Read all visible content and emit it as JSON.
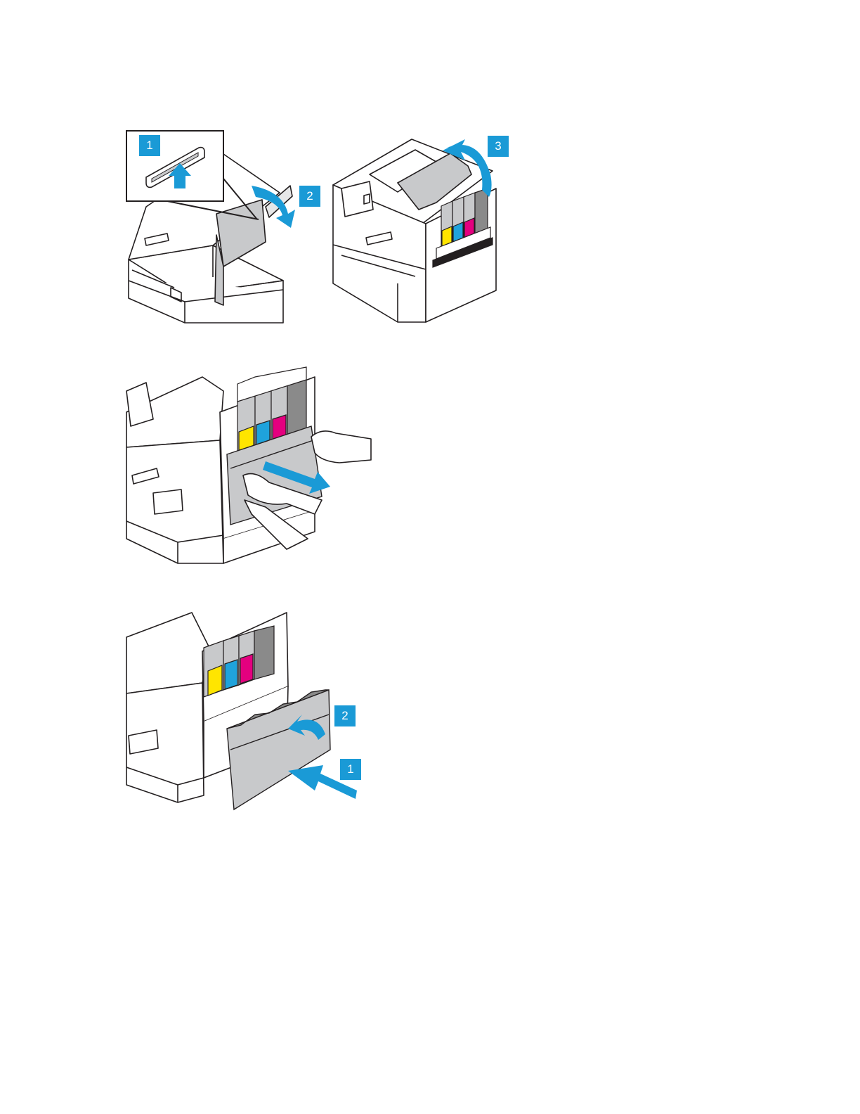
{
  "colors": {
    "callout_blue": "#1a9ad6",
    "line": "#231f20",
    "cyan": "#1fa3dc",
    "yellow": "#ffe500",
    "magenta": "#e4007f",
    "black_toner": "#8a8a8a",
    "panel_gray": "#c8c9cb"
  },
  "figures": [
    {
      "name": "open-right-door",
      "callouts": [
        "1",
        "2"
      ],
      "icons": [
        "printer-front-icon",
        "door-latch-icon",
        "up-arrow-icon",
        "curved-arrow-icon"
      ]
    },
    {
      "name": "open-top-cover",
      "callouts": [
        "3"
      ],
      "icons": [
        "printer-front-icon",
        "toner-cartridges-icon",
        "curved-arrow-icon"
      ]
    },
    {
      "name": "remove-waste-toner-bottle",
      "callouts": [],
      "icons": [
        "hands-icon",
        "waste-toner-bottle-icon",
        "pull-arrow-icon"
      ]
    },
    {
      "name": "insert-waste-toner-bottle",
      "callouts": [
        "2",
        "1"
      ],
      "icons": [
        "waste-toner-bottle-icon",
        "push-arrow-icon",
        "curved-arrow-icon"
      ]
    }
  ]
}
